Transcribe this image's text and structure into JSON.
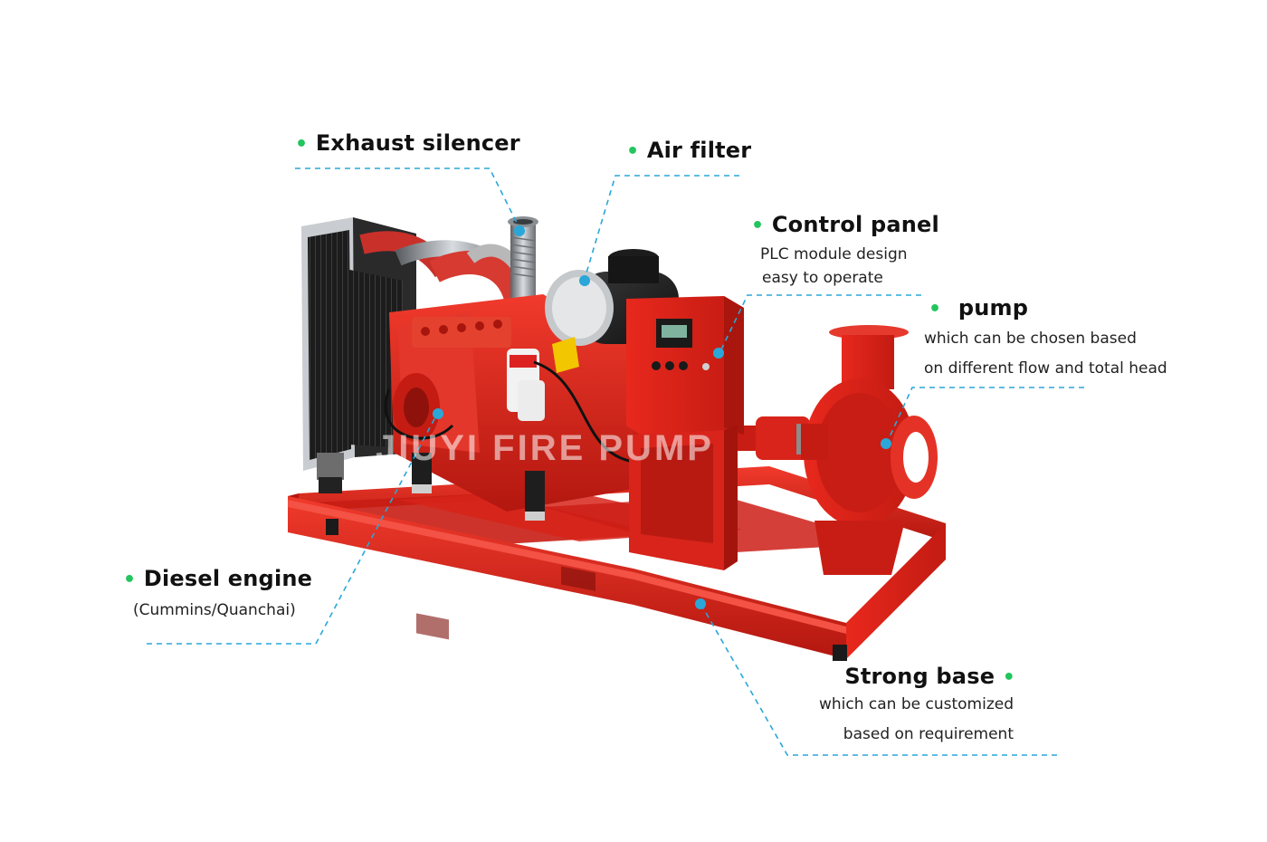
{
  "watermark": "JIUYI FIRE PUMP",
  "colors": {
    "leader": "#2aa7d8",
    "bullet": "#22c55e",
    "frame_red": "#e0241c",
    "dark_red": "#9e140e",
    "engine_red": "#d8231a",
    "black_part": "#1b1b1b",
    "steel": "#9aa0a6"
  },
  "callouts": {
    "exhaust": {
      "title": "Exhaust silencer"
    },
    "air_filter": {
      "title": "Air filter"
    },
    "control_panel": {
      "title": "Control panel",
      "line1": "PLC module design",
      "line2": "easy to operate"
    },
    "pump": {
      "title": "pump",
      "line1": "which can be chosen based",
      "line2": "on different flow and total head"
    },
    "engine": {
      "title": "Diesel engine",
      "line1": "(Cummins/Quanchai)"
    },
    "base": {
      "title": "Strong base",
      "line1": "which can be customized",
      "line2": "based on requirement"
    }
  }
}
